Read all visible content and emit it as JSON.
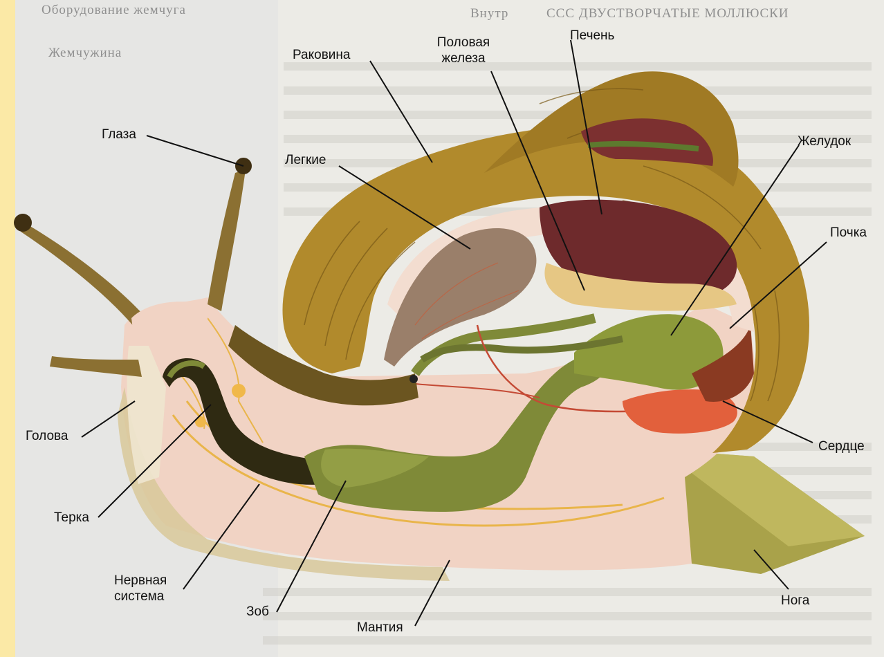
{
  "colors": {
    "frame": "#fbe9a6",
    "page": "#ecebe6",
    "shell": "#b18a2c",
    "shell_dark": "#7a5a18",
    "body": "#f1d3c4",
    "liver": "#6e2a2c",
    "gut": "#7f8a38",
    "heart": "#e2603c",
    "nerve": "#e9b54a",
    "lung": "#9a7f6a"
  },
  "background_text": {
    "top_left": "Оборудование жемчуга",
    "heading": "ССС ДВУСТВОРЧАТЫЕ МОЛЛЮСКИ",
    "right_top": "Внутр",
    "side": "Жемчужина"
  },
  "labels": {
    "eyes": "Глаза",
    "shell": "Раковина",
    "gonad_1": "Половая",
    "gonad_2": "железа",
    "liver": "Печень",
    "lungs": "Легкие",
    "stomach": "Желудок",
    "kidney": "Почка",
    "head": "Голова",
    "heart": "Сердце",
    "radula": "Терка",
    "nervous_1": "Нервная",
    "nervous_2": "система",
    "crop": "Зоб",
    "mantle": "Мантия",
    "foot": "Нога"
  }
}
